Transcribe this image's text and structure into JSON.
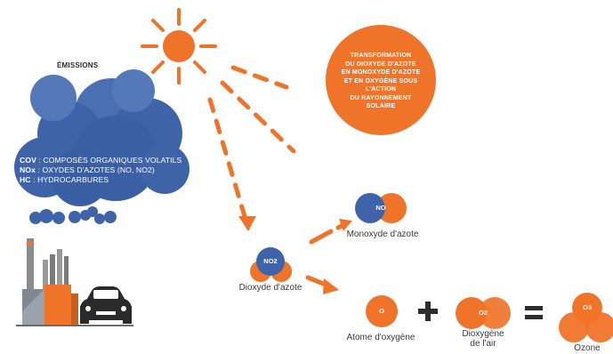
{
  "colors": {
    "orange": "#F0732A",
    "blue": "#3F63A8",
    "dark_blue": "#2E4F96",
    "grey_text": "#3a3a3a"
  },
  "emissions": {
    "title": "ÉMISSIONS",
    "lines": [
      {
        "abbr": "COV",
        "text": " : COMPOSÉS ORGANIQUES VOLATILS"
      },
      {
        "abbr": "NOx",
        "text": " : OXYDES D'AZOTES (NO, NO2)"
      },
      {
        "abbr": "HC",
        "text": " : HYDROCARBURES"
      }
    ]
  },
  "transformation": {
    "lines": [
      "TRANSFORMATION",
      "DU DIOXYDE D'AZOTE",
      "EN MONOXYDE D'AZOTE",
      "ET EN OXYGÈNE SOUS",
      "L'ACTION",
      "DU RAYONNEMENT",
      "SOLAIRE"
    ]
  },
  "molecules": {
    "no2": {
      "symbol": "NO2",
      "label": "Dioxyde d'azote"
    },
    "no": {
      "symbol": "NO",
      "label": "Monoxyde d'azote"
    },
    "o": {
      "symbol": "O",
      "label": "Atome d'oxygène"
    },
    "o2": {
      "symbol": "O2",
      "label_line1": "Dioxygène",
      "label_line2": "de l'air"
    },
    "o3": {
      "symbol": "O3",
      "label": "Ozone"
    }
  },
  "operators": {
    "plus": "+",
    "equals": "="
  },
  "icons": [
    "sun-icon",
    "factory-icon",
    "car-icon",
    "cloud-icon"
  ]
}
